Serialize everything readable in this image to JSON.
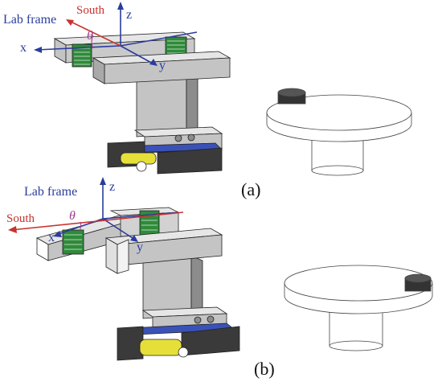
{
  "panels": [
    {
      "id": "a",
      "label": "(a)",
      "frame_title": "Lab frame",
      "south_label": "South",
      "axes": {
        "x": "x",
        "y": "y",
        "z": "z"
      },
      "angle_label": "θ"
    },
    {
      "id": "b",
      "label": "(b)",
      "frame_title": "Lab frame",
      "south_label": "South",
      "axes": {
        "x": "x",
        "y": "y",
        "z": "z"
      },
      "angle_label": "θ"
    }
  ],
  "colors": {
    "axis_blue": "#2a3c9c",
    "south_red": "#c8322e",
    "theta_purple": "#a23b8a",
    "block_gray": "#c4c4c4",
    "block_light": "#e6e6e6",
    "block_dark": "#8c8c8c",
    "coil_green": "#2f8a3a",
    "base_dark": "#3a3a3a",
    "yellow_shaft": "#e6df3a",
    "plate_blue": "#3a52b8",
    "disk_dark": "#333333"
  }
}
